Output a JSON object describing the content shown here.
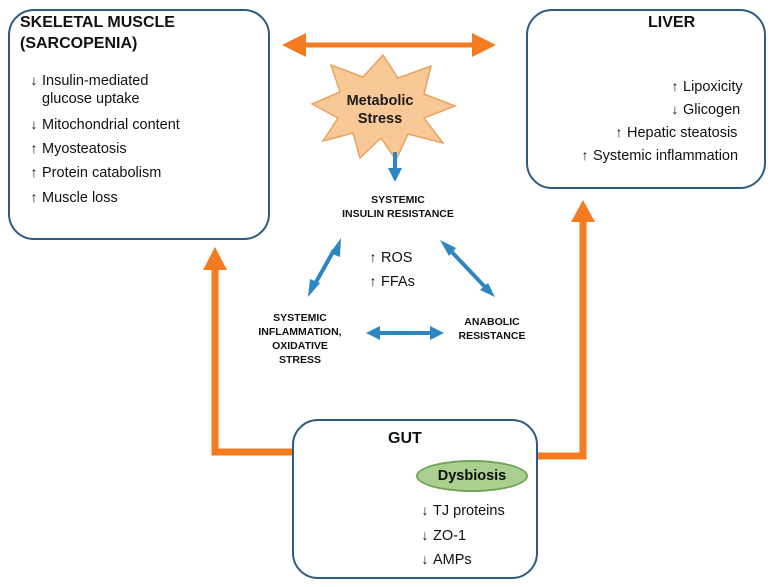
{
  "muscle": {
    "title_line1": "SKELETAL MUSCLE",
    "title_line2": "(SARCOPENIA)",
    "items": [
      {
        "arrow": "↓",
        "text": "Insulin-mediated"
      },
      {
        "arrow": "",
        "text": "glucose uptake"
      },
      {
        "arrow": "↓",
        "text": "Mitochondrial content"
      },
      {
        "arrow": "↑",
        "text": "Myosteatosis"
      },
      {
        "arrow": "↑",
        "text": "Protein catabolism"
      },
      {
        "arrow": "↑",
        "text": "Muscle loss"
      }
    ]
  },
  "liver": {
    "title": "LIVER",
    "items": [
      {
        "arrow": "↑",
        "text": "Lipoxicity"
      },
      {
        "arrow": "↓",
        "text": "Glicogen"
      },
      {
        "arrow": "↑",
        "text": "Hepatic steatosis"
      },
      {
        "arrow": "↑",
        "text": "Systemic inflammation"
      }
    ]
  },
  "stress": {
    "line1": "Metabolic",
    "line2": "Stress"
  },
  "center": {
    "insulin_line1": "SYSTEMIC",
    "insulin_line2": "INSULIN RESISTANCE",
    "inflammation_line1": "SYSTEMIC",
    "inflammation_line2": "INFLAMMATION,",
    "inflammation_line3": "OXIDATIVE",
    "inflammation_line4": "STRESS",
    "anabolic_line1": "ANABOLIC",
    "anabolic_line2": "RESISTANCE",
    "mediators": [
      {
        "arrow": "↑",
        "text": "ROS"
      },
      {
        "arrow": "↑",
        "text": "FFAs"
      }
    ]
  },
  "gut": {
    "title": "GUT",
    "dysbiosis": "Dysbiosis",
    "items": [
      {
        "arrow": "↓",
        "text": "TJ proteins"
      },
      {
        "arrow": "↓",
        "text": "ZO-1"
      },
      {
        "arrow": "↓",
        "text": "AMPs"
      }
    ]
  },
  "colors": {
    "panel_border": "#2f5b82",
    "orange_arrow": "#f47b20",
    "blue_arrow": "#2e86c1",
    "stress_fill": "#f8c896",
    "dysbiosis_fill": "#a9d08e"
  }
}
